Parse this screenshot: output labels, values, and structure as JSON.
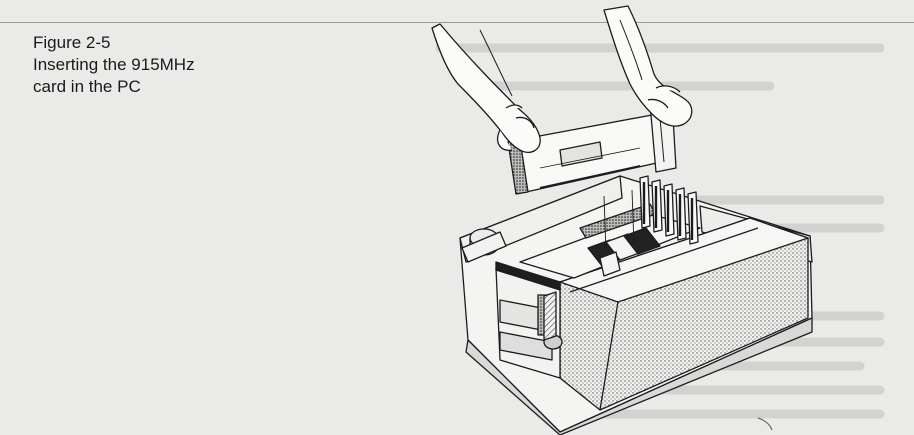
{
  "caption": {
    "line1": "Figure 2-5",
    "line2": "Inserting the 915MHz",
    "line3": "card in the PC"
  },
  "colors": {
    "background": "#eaeae8",
    "ink": "#1a1a1a",
    "bleed_through": "#c8c8c6"
  },
  "illustration": {
    "subject": "hands-inserting-expansion-card-into-desktop-pc"
  }
}
